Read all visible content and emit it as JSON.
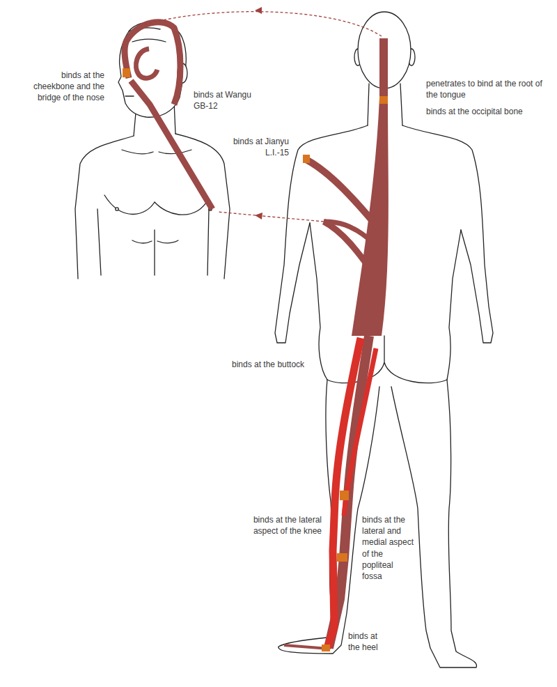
{
  "diagram": {
    "labels": [
      "binds at the cheekbone and the bridge of the nose",
      "binds at Wangu GB-12",
      "binds at Jianyu L.I.-15",
      "penetrates to bind at the root of the tongue",
      "binds at the occipital bone",
      "binds at the buttock",
      "binds at the lateral aspect of the knee",
      "binds at the lateral and medial aspect of the popliteal fossa",
      "binds at the heel"
    ]
  }
}
